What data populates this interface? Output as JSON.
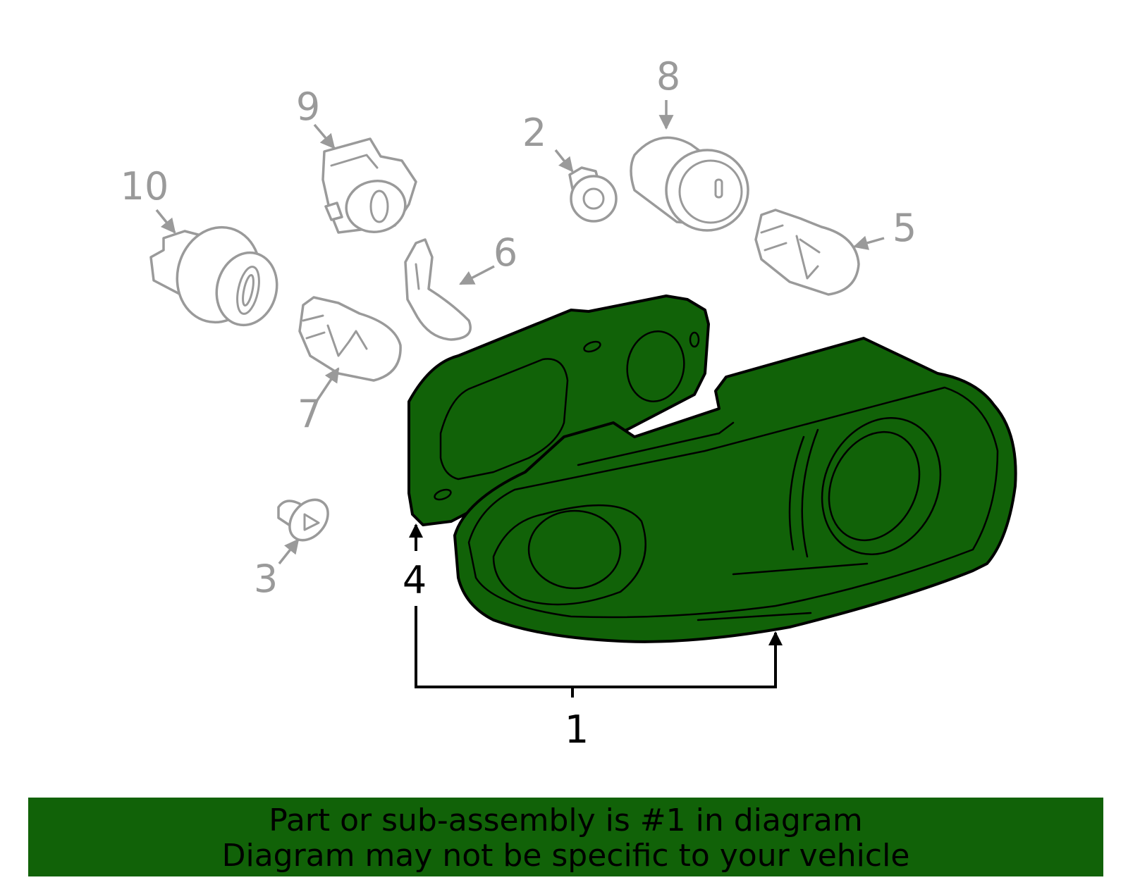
{
  "colors": {
    "accent": "#116208",
    "callout_grey": "#9a9a9a"
  },
  "callouts": {
    "c1": "1",
    "c2": "2",
    "c3": "3",
    "c4": "4",
    "c5": "5",
    "c6": "6",
    "c7": "7",
    "c8": "8",
    "c9": "9",
    "c10": "10"
  },
  "banner": {
    "line1": "Part or sub-assembly is #1 in diagram",
    "line2": "Diagram may not be specific to your vehicle"
  }
}
